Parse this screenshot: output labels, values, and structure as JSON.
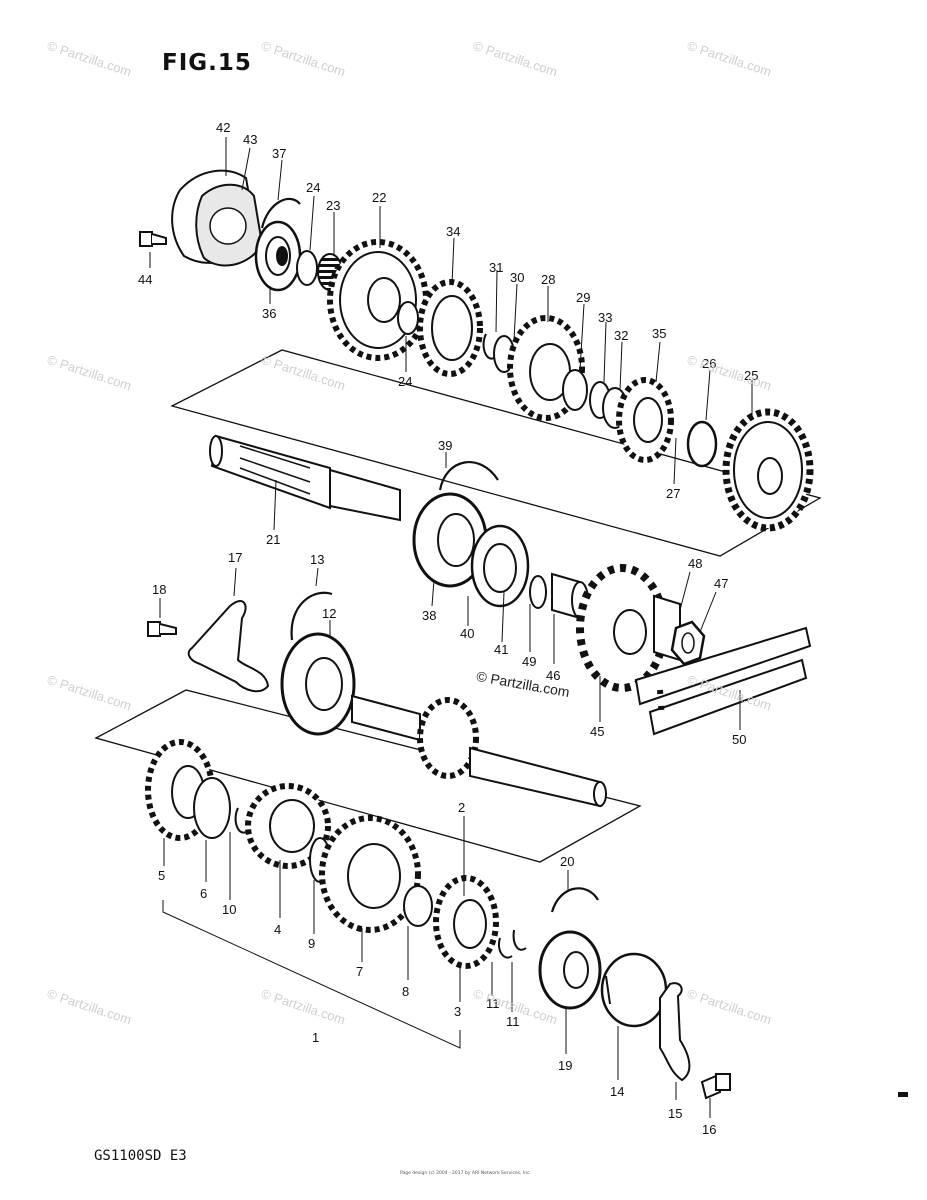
{
  "figure": {
    "title": "FIG.15",
    "model": "GS1100SD  E3",
    "footer_small": "Page design (c) 2004 - 2017 by ARI Network Services, Inc."
  },
  "watermark": {
    "text": "© Partzilla.com",
    "center_text": "© Partzilla.com"
  },
  "part_labels": [
    "42",
    "43",
    "37",
    "24",
    "23",
    "22",
    "34",
    "31",
    "30",
    "28",
    "29",
    "33",
    "32",
    "35",
    "26",
    "25",
    "44",
    "36",
    "24",
    "27",
    "39",
    "21",
    "17",
    "13",
    "18",
    "12",
    "38",
    "40",
    "41",
    "49",
    "46",
    "48",
    "47",
    "45",
    "50",
    "2",
    "5",
    "6",
    "10",
    "4",
    "9",
    "7",
    "8",
    "3",
    "20",
    "11",
    "11",
    "19",
    "14",
    "15",
    "16",
    "1"
  ],
  "colors": {
    "ink": "#111111",
    "watermark": "#cfcfcf",
    "background": "#ffffff"
  }
}
